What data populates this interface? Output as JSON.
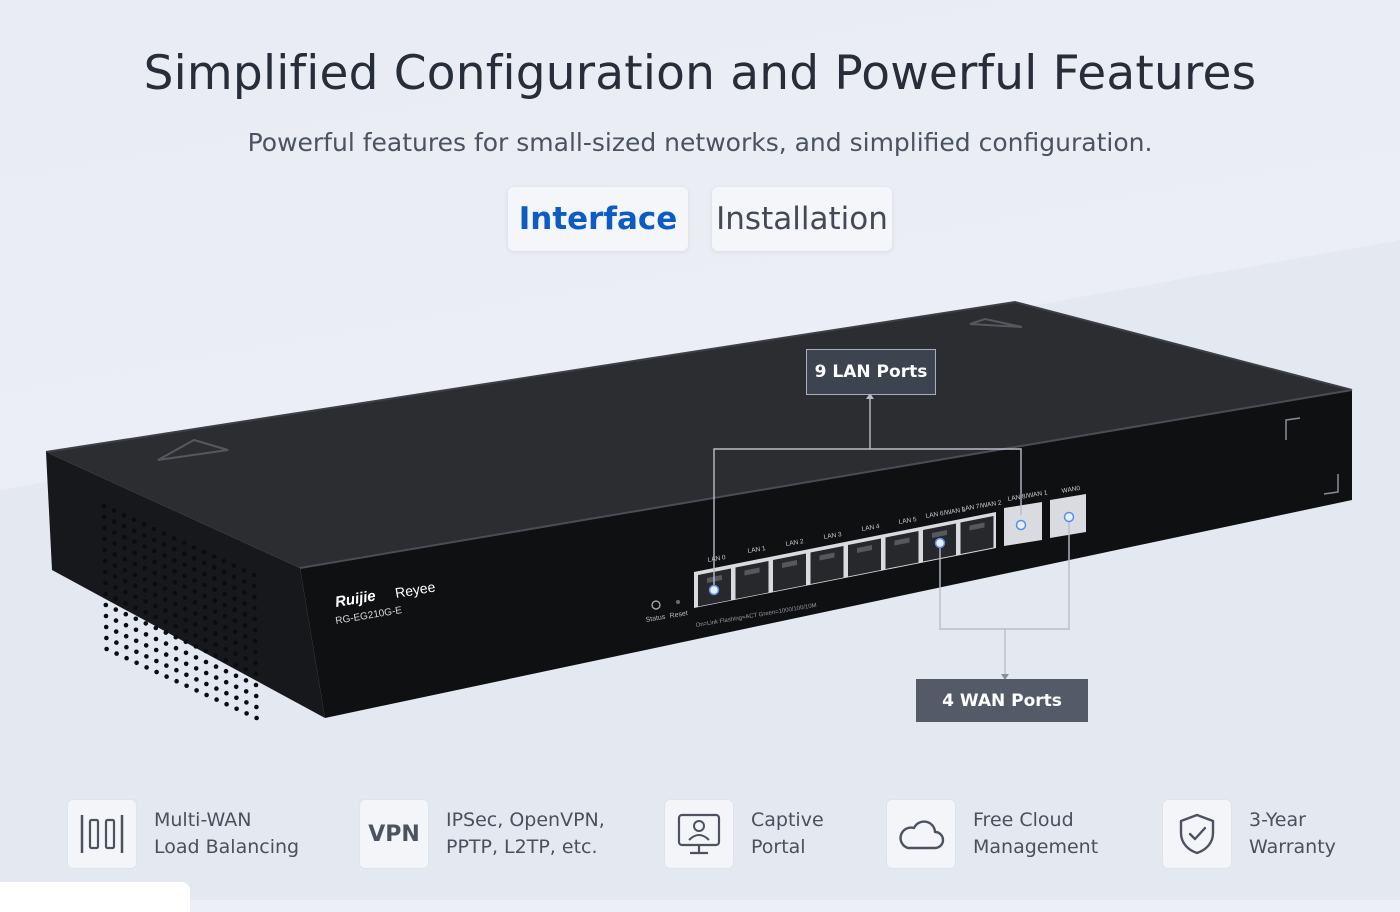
{
  "header": {
    "title": "Simplified Configuration and Powerful Features",
    "subtitle": "Powerful features for small-sized networks, and simplified configuration."
  },
  "tabs": [
    {
      "label": "Interface",
      "active": true
    },
    {
      "label": "Installation",
      "active": false
    }
  ],
  "device": {
    "brand": "Ruijie",
    "sub_brand": "Reyee",
    "model": "RG-EG210G-E",
    "led_labels": [
      "Status",
      "Reset"
    ],
    "legend_text": "On=Link  Flashing=ACT  Green=1000/100/10M",
    "port_labels": [
      "LAN 0",
      "LAN 1",
      "LAN 2",
      "LAN 3",
      "LAN 4",
      "LAN 5",
      "LAN 6/WAN 3",
      "LAN 7/WAN 2",
      "LAN 8/WAN 1",
      "WAN0"
    ]
  },
  "callouts": {
    "lan": "9 LAN Ports",
    "wan": "4 WAN Ports"
  },
  "features": [
    {
      "icon": "load-balancing-icon",
      "label": "Multi-WAN\nLoad Balancing"
    },
    {
      "icon": "vpn-icon",
      "icon_text": "VPN",
      "label": "IPSec, OpenVPN,\nPPTP, L2TP, etc."
    },
    {
      "icon": "captive-portal-icon",
      "label": "Captive\nPortal"
    },
    {
      "icon": "cloud-icon",
      "label": "Free Cloud\nManagement"
    },
    {
      "icon": "shield-check-icon",
      "label": "3-Year\nWarranty"
    }
  ],
  "colors": {
    "accent": "#0e5bc5",
    "background": "#eceff6",
    "device_body": "#1b1d21"
  }
}
